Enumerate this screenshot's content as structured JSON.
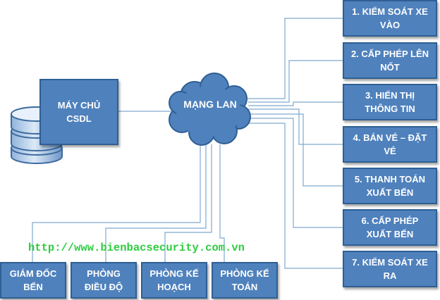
{
  "server": {
    "label": "MÁY CHỦ CSDL"
  },
  "network": {
    "label": "MẠNG LAN"
  },
  "terminals": [
    {
      "label": "1. KIỂM SOÁT XE VÀO"
    },
    {
      "label": "2. CẤP PHÉP LÊN NỐT"
    },
    {
      "label": "3. HIỂN THỊ THÔNG TIN"
    },
    {
      "label": "4. BÁN VÉ – ĐẶT VÉ"
    },
    {
      "label": "5. THANH TOÁN XUẤT BẾN"
    },
    {
      "label": "6. CẤP PHÉP XUẤT BẾN"
    },
    {
      "label": "7. KIỂM SOÁT XE RA"
    }
  ],
  "departments": [
    {
      "label": "GIÁM ĐỐC BẾN"
    },
    {
      "label": "PHÒNG ĐIỀU ĐỘ"
    },
    {
      "label": "PHÒNG KẾ HOẠCH"
    },
    {
      "label": "PHÒNG KẾ TOÁN"
    }
  ],
  "website": "http://www.bienbacsecurity.com.vn",
  "colors": {
    "box_fill": "#4f81bd",
    "box_border": "#2f5f93",
    "wire": "#7fa9cf",
    "url": "#2ecc40"
  }
}
